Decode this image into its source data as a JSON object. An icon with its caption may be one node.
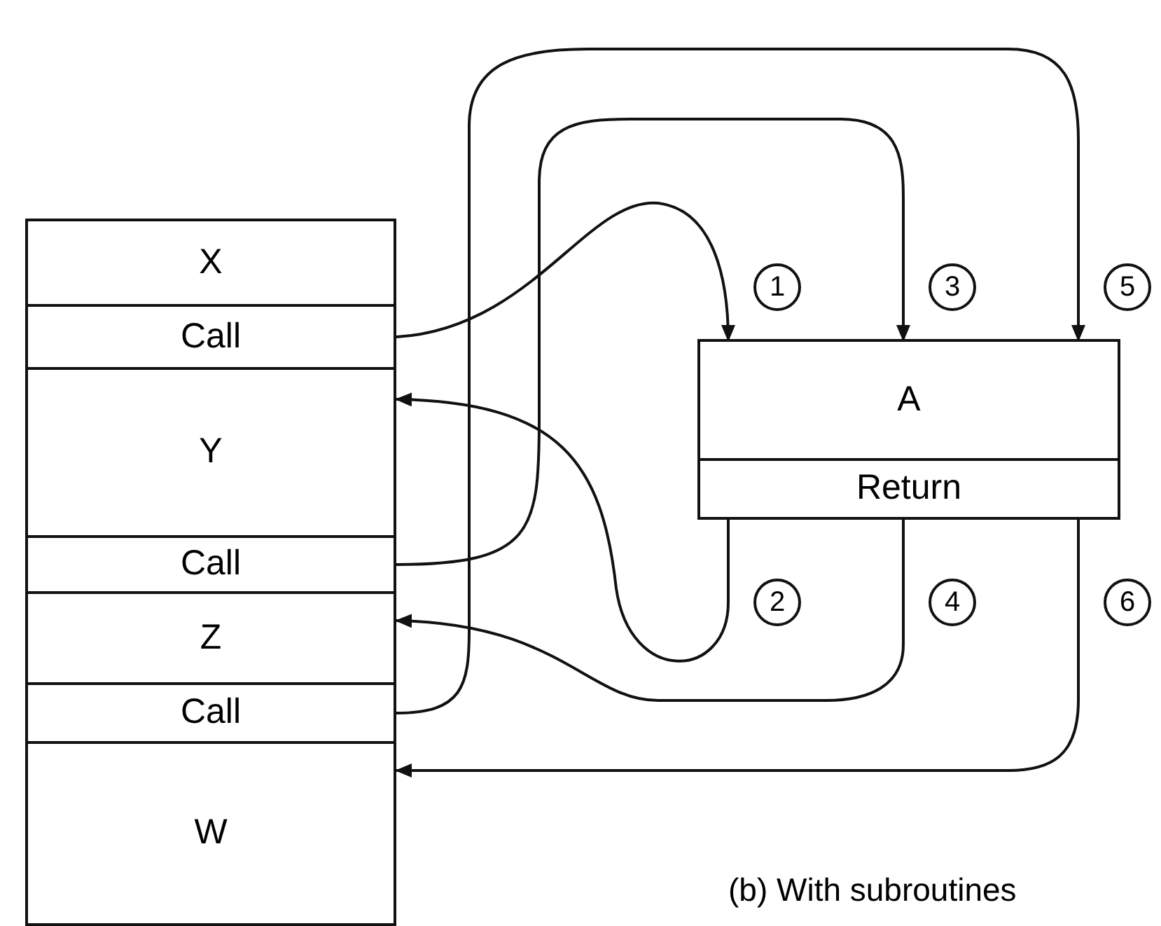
{
  "diagram": {
    "caption": "(b) With subroutines",
    "nodes": [
      {
        "text": [
          "X"
        ]
      },
      {
        "text": [
          "Call"
        ]
      },
      {
        "text": [
          "Y"
        ]
      },
      {
        "text": [
          "Call"
        ]
      },
      {
        "text": [
          "Z"
        ]
      },
      {
        "text": [
          "Call"
        ]
      },
      {
        "text": [
          "W"
        ]
      },
      {
        "text": [
          "A"
        ]
      },
      {
        "text": [
          "Return"
        ]
      }
    ],
    "edges": [
      {
        "from": 1,
        "to": 7,
        "arrow": "to",
        "label": "1"
      },
      {
        "from": 8,
        "to": 2,
        "arrow": "to",
        "label": "2"
      },
      {
        "from": 3,
        "to": 7,
        "arrow": "to",
        "label": "3"
      },
      {
        "from": 8,
        "to": 4,
        "arrow": "to",
        "label": "4"
      },
      {
        "from": 5,
        "to": 7,
        "arrow": "to",
        "label": "5"
      },
      {
        "from": 8,
        "to": 6,
        "arrow": "to",
        "label": "6"
      }
    ]
  }
}
